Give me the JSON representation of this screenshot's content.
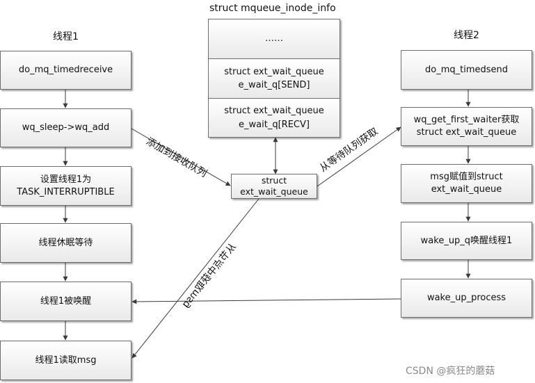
{
  "headings": {
    "thread1": "线程1",
    "thread2": "线程2",
    "struct_title": "struct mqueue_inode_info"
  },
  "thread1_steps": [
    "do_mq_timedreceive",
    "wq_sleep->wq_add",
    "设置线程1为\nTASK_INTERRUPTIBLE",
    "线程休眠等待",
    "线程1被唤醒",
    "线程1读取msg"
  ],
  "inode_info": [
    "……",
    "struct ext_wait_queue\ne_wait_q[SEND]",
    "struct ext_wait_queue\ne_wait_q[RECV]"
  ],
  "wait_queue_node": "struct\next_wait_queue",
  "thread2_steps": [
    "do_mq_timedsend",
    "wq_get_first_waiter获取\nstruct ext_wait_queue",
    "msg赋值到struct\next_wait_queue",
    "wake_up_q唤醒线程1",
    "wake_up_process"
  ],
  "edge_labels": {
    "add_to_recv_queue": "添加到接收队列",
    "get_from_wait_queue": "从等待队列获取",
    "get_msg_from_node": "从节点中获取msg"
  },
  "watermark": "CSDN @疯狂的蘑菇"
}
